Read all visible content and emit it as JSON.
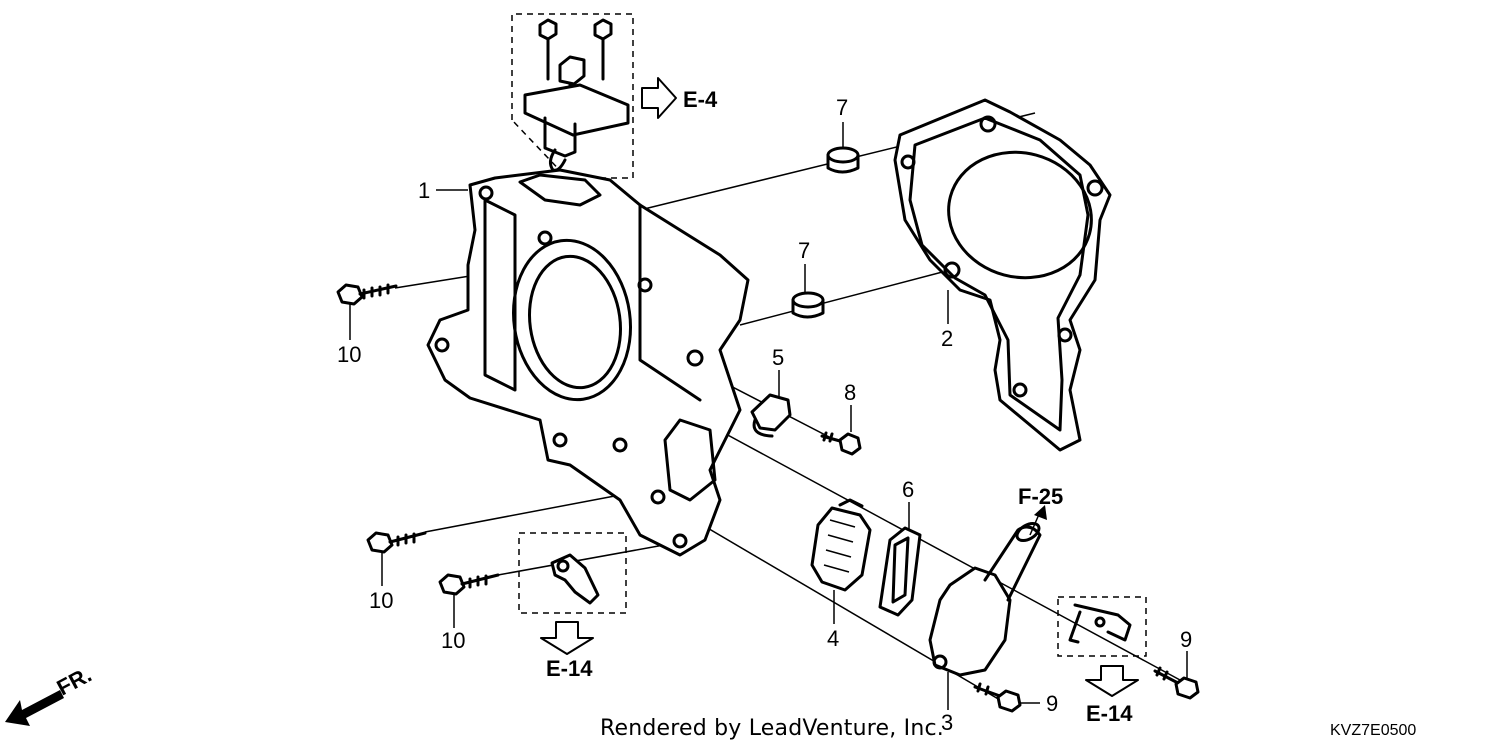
{
  "callouts": {
    "c1": "1",
    "c2": "2",
    "c3": "3",
    "c4": "4",
    "c5": "5",
    "c6": "6",
    "c7a": "7",
    "c7b": "7",
    "c8": "8",
    "c9a": "9",
    "c9b": "9",
    "c10a": "10",
    "c10b": "10",
    "c10c": "10"
  },
  "references": {
    "e4": "E-4",
    "f25": "F-25",
    "e14a": "E-14",
    "e14b": "E-14"
  },
  "direction": {
    "label": "FR."
  },
  "footer": {
    "credit": "Rendered by LeadVenture, Inc.",
    "code": "KVZ7E0500"
  },
  "icons": [
    "arrow-right-icon",
    "arrow-down-icon",
    "arrow-up-right-icon",
    "front-direction-arrow-icon"
  ]
}
